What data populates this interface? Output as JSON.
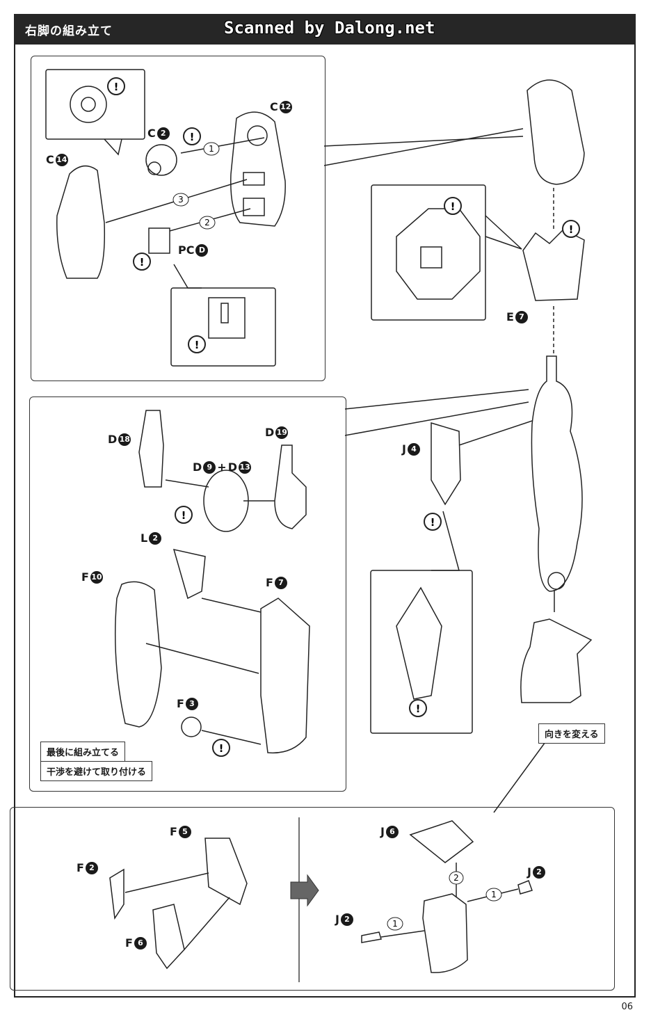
{
  "header": {
    "title": "右脚の組み立て",
    "watermark": "Scanned by Dalong.net"
  },
  "labels": {
    "c14": {
      "letter": "C",
      "n": "14"
    },
    "c2": {
      "letter": "C",
      "n": "2"
    },
    "c12": {
      "letter": "C",
      "n": "12"
    },
    "pcd": {
      "letter": "PC",
      "n": "D"
    },
    "e7": {
      "letter": "E",
      "n": "7"
    },
    "d18": {
      "letter": "D",
      "n": "18"
    },
    "d9": {
      "letter": "D",
      "n": "9"
    },
    "plus": "+",
    "d13": {
      "letter": "D",
      "n": "13"
    },
    "d19": {
      "letter": "D",
      "n": "19"
    },
    "l2": {
      "letter": "L",
      "n": "2"
    },
    "f10": {
      "letter": "F",
      "n": "10"
    },
    "f7": {
      "letter": "F",
      "n": "7"
    },
    "f3": {
      "letter": "F",
      "n": "3"
    },
    "j4": {
      "letter": "J",
      "n": "4"
    },
    "f5": {
      "letter": "F",
      "n": "5"
    },
    "f2": {
      "letter": "F",
      "n": "2"
    },
    "f6": {
      "letter": "F",
      "n": "6"
    },
    "j6": {
      "letter": "J",
      "n": "6"
    },
    "j2a": {
      "letter": "J",
      "n": "2"
    },
    "j2b": {
      "letter": "J",
      "n": "2"
    }
  },
  "steps": {
    "s1": "1",
    "s2": "2",
    "s3": "3"
  },
  "notes": {
    "assemble_last": "最後に組み立てる",
    "avoid_interference": "干渉を避けて取り付ける",
    "change_direction": "向きを変える"
  },
  "warning_mark": "!",
  "page_number": "06"
}
